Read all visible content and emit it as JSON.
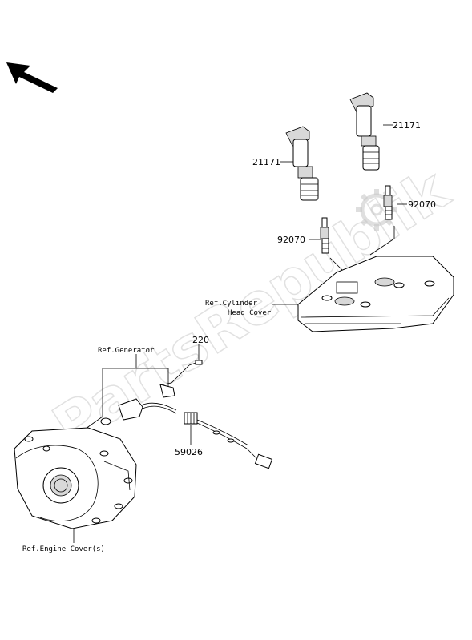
{
  "watermark": "PartsRepublik",
  "callouts": {
    "coil_right": "21171",
    "coil_left": "21171",
    "plug_right": "92070",
    "plug_left": "92070",
    "bolt": "220",
    "harness": "59026"
  },
  "references": {
    "cylinder_line1": "Ref.Cylinder",
    "cylinder_line2": "Head Cover",
    "generator": "Ref.Generator",
    "engine_cover": "Ref.Engine Cover(s)"
  },
  "icons": {
    "direction_arrow": "front-direction-arrow",
    "watermark_gear": "gear-icon"
  }
}
